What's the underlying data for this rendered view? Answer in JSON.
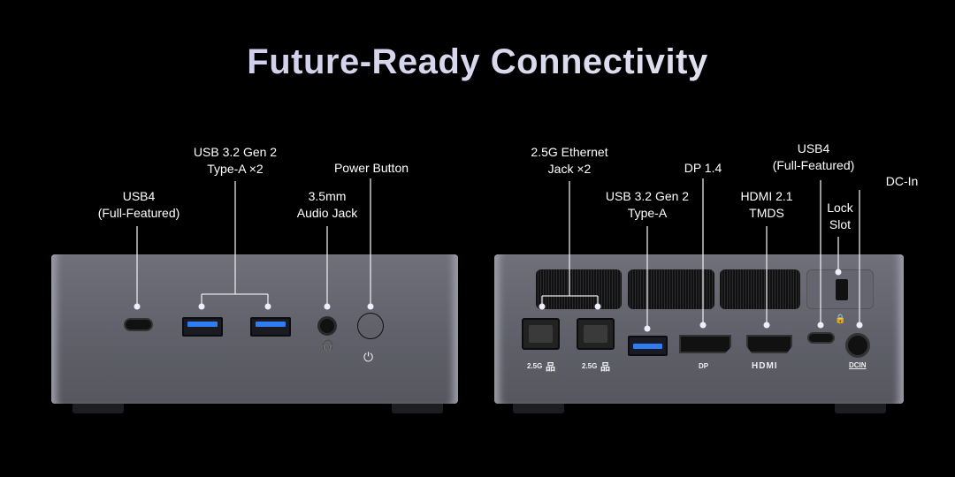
{
  "title": "Future-Ready Connectivity",
  "front": {
    "labels": {
      "usb4": [
        "USB4",
        "(Full-Featured)"
      ],
      "usba": [
        "USB 3.2 Gen 2",
        "Type-A ×2"
      ],
      "audio": [
        "3.5mm",
        "Audio Jack"
      ],
      "power": [
        "Power Button"
      ]
    }
  },
  "back": {
    "labels": {
      "ethernet": [
        "2.5G Ethernet",
        "Jack ×2"
      ],
      "usba": [
        "USB 3.2 Gen 2",
        "Type-A"
      ],
      "dp": [
        "DP 1.4"
      ],
      "hdmi": [
        "HDMI 2.1",
        "TMDS"
      ],
      "usb4": [
        "USB4",
        "(Full-Featured)"
      ],
      "lock": [
        "Lock",
        "Slot"
      ],
      "dcin": [
        "DC-In"
      ]
    },
    "port_marks": {
      "eth1": "2.5G",
      "eth2": "2.5G",
      "dp": "DP",
      "hdmi": "HDMI",
      "dcin": "DCIN"
    }
  },
  "colors": {
    "background": "#000000",
    "chassis": "#62636c",
    "usb_blue": "#2f7df2"
  }
}
